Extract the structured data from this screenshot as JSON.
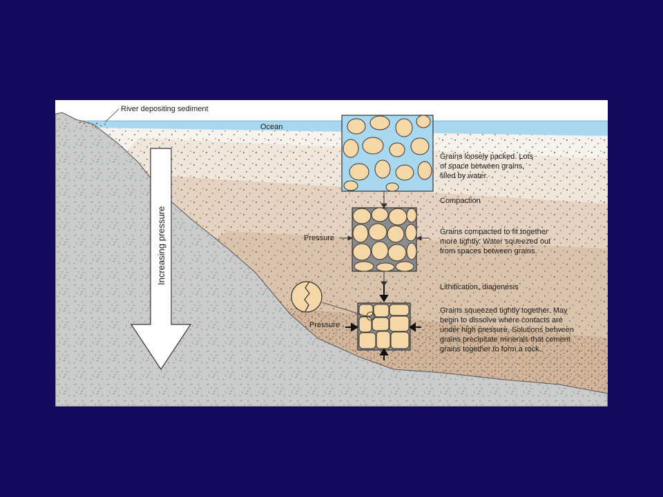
{
  "diagram": {
    "labels": {
      "river": "River depositing sediment",
      "ocean": "Ocean",
      "pressure_arrow": "Increasing pressure",
      "pressure_mid": "Pressure",
      "pressure_low": "Pressure"
    },
    "stages": [
      {
        "heading": "",
        "lines": [
          "Grains loosely packed. Lots",
          "of space between grains,",
          "filled by water."
        ]
      },
      {
        "heading": "Compaction",
        "lines": [
          "Grains compacted to fit together",
          "more tightly. Water squeezed out",
          "from spaces between grains."
        ]
      },
      {
        "heading": "Lithification, diagenesis",
        "lines": [
          "Grains squeezed tightly together. May",
          "begin to dissolve where contacts are",
          "under high pressure. Solutions between",
          "grains precipitate minerals that cement",
          "grains together to form a rock."
        ]
      }
    ],
    "colors": {
      "background": "#120a5e",
      "ocean": "#a8d8f0",
      "rock": "#c9cbcc",
      "grain": "#f6d7a8",
      "sediment_dots": "#9a6a45",
      "arrow": "#ffffff"
    }
  }
}
